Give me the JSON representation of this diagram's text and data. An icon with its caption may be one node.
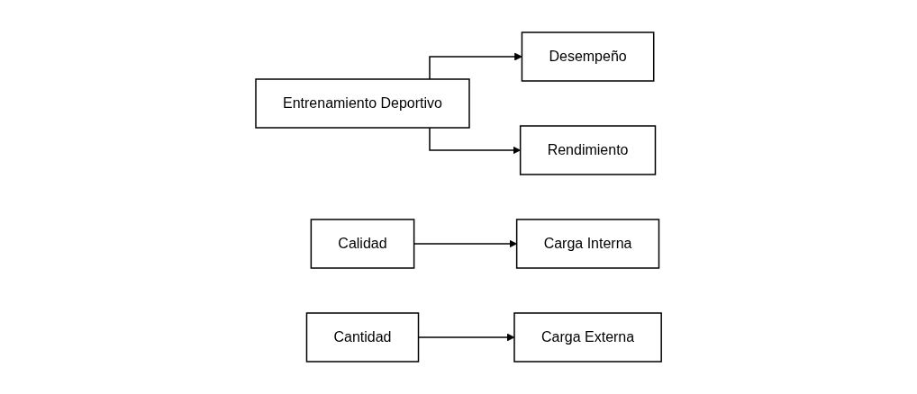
{
  "diagram": {
    "nodes": [
      {
        "text": [
          "Entrenamiento Deportivo"
        ]
      },
      {
        "text": [
          "Desempeño"
        ]
      },
      {
        "text": [
          "Calidad"
        ]
      },
      {
        "text": [
          "Carga Interna"
        ]
      },
      {
        "text": [
          "Cantidad"
        ]
      },
      {
        "text": [
          "Carga Externa"
        ]
      },
      {
        "text": [
          "Rendimiento"
        ]
      }
    ],
    "edges": [
      {
        "from": 0,
        "to": 1,
        "arrow": "to"
      },
      {
        "from": 2,
        "to": 3,
        "arrow": "to"
      },
      {
        "from": 4,
        "to": 5,
        "arrow": "to"
      },
      {
        "from": 0,
        "to": 6,
        "arrow": "to"
      }
    ]
  }
}
